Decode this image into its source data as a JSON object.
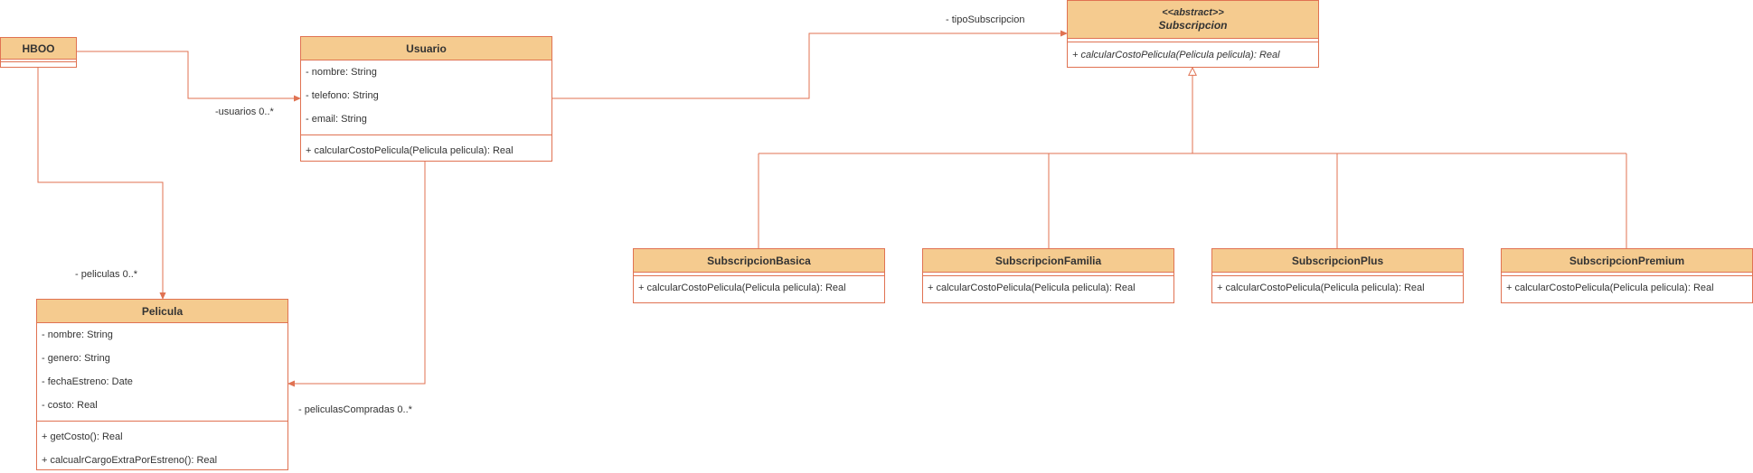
{
  "colors": {
    "header_fill": "#f5cb8f",
    "stroke": "#e07252",
    "text": "#333333",
    "background": "#ffffff"
  },
  "classes": {
    "hboo": {
      "name": "HBOO"
    },
    "usuario": {
      "name": "Usuario",
      "attributes": [
        "- nombre: String",
        "- telefono: String",
        "- email: String"
      ],
      "methods": [
        "+ calcularCostoPelicula(Pelicula pelicula): Real"
      ]
    },
    "pelicula": {
      "name": "Pelicula",
      "attributes": [
        "- nombre: String",
        "- genero: String",
        "- fechaEstreno: Date",
        "- costo: Real"
      ],
      "methods": [
        "+ getCosto(): Real",
        "+ calcualrCargoExtraPorEstreno(): Real"
      ]
    },
    "subscripcion": {
      "stereotype": "<<abstract>>",
      "name": "Subscripcion",
      "methods": [
        "+ calcularCostoPelicula(Pelicula pelicula): Real"
      ]
    },
    "basica": {
      "name": "SubscripcionBasica",
      "methods": [
        "+ calcularCostoPelicula(Pelicula pelicula): Real"
      ]
    },
    "familia": {
      "name": "SubscripcionFamilia",
      "methods": [
        "+ calcularCostoPelicula(Pelicula pelicula): Real"
      ]
    },
    "plus": {
      "name": "SubscripcionPlus",
      "methods": [
        "+ calcularCostoPelicula(Pelicula pelicula): Real"
      ]
    },
    "premium": {
      "name": "SubscripcionPremium",
      "methods": [
        "+ calcularCostoPelicula(Pelicula pelicula): Real"
      ]
    }
  },
  "labels": {
    "usuarios": "-usuarios 0..*",
    "peliculas": "- peliculas 0..*",
    "peliculas_compradas": "- peliculasCompradas 0..*",
    "tipo_subscripcion": "- tipoSubscripcion"
  }
}
